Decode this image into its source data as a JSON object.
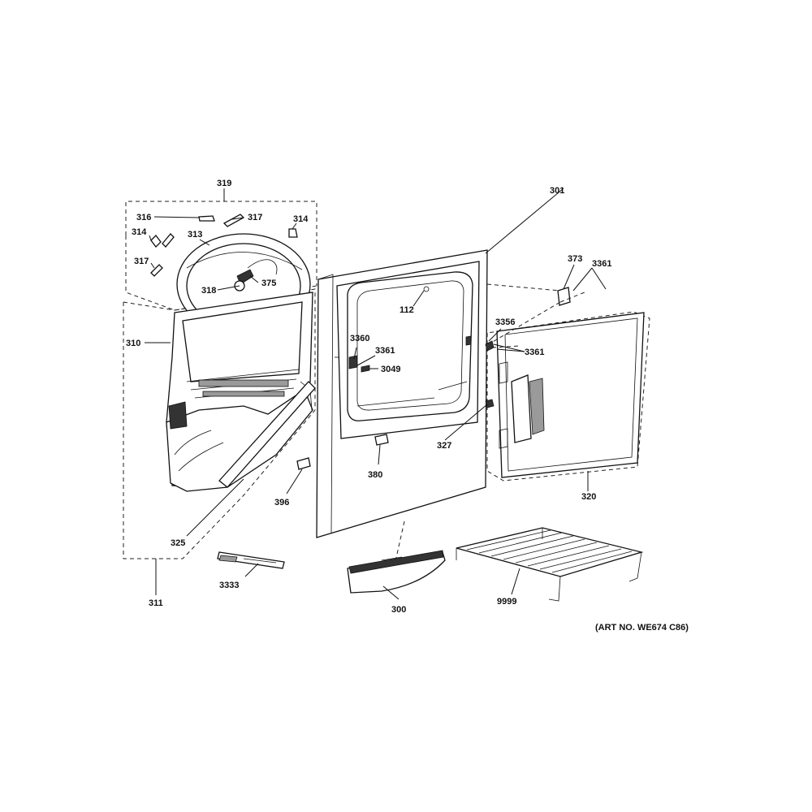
{
  "diagram": {
    "art_number": "(ART NO. WE674 C86)",
    "callouts": {
      "c319": "319",
      "c316": "316",
      "c317a": "317",
      "c314a": "314",
      "c314b": "314",
      "c313": "313",
      "c317b": "317",
      "c318": "318",
      "c375": "375",
      "c310": "310",
      "c311": "311",
      "c325": "325",
      "c396": "396",
      "c3333": "3333",
      "c301": "301",
      "c112": "112",
      "c3360": "3360",
      "c3361a": "3361",
      "c3049": "3049",
      "c380": "380",
      "c300": "300",
      "c373": "373",
      "c3361b": "3361",
      "c3356": "3356",
      "c3361c": "3361",
      "c327": "327",
      "c320": "320",
      "c9999": "9999"
    }
  }
}
